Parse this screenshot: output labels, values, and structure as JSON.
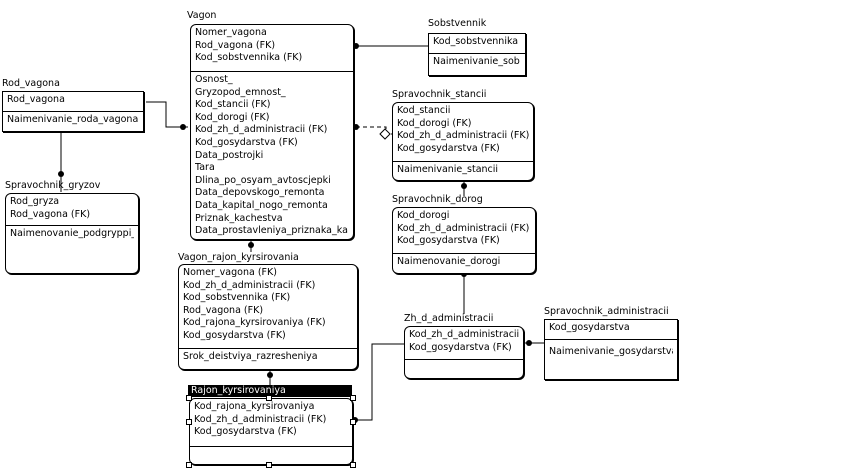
{
  "entities": {
    "vagon": {
      "name": "Vagon",
      "key": [
        "Nomer_vagona",
        "Rod_vagona (FK)",
        "Kod_sobstvennika (FK)"
      ],
      "attrs": [
        "Osnost_",
        "Gryzopod_emnost_",
        "Kod_stancii (FK)",
        "Kod_dorogi (FK)",
        "Kod_zh_d_administracii (FK)",
        "Kod_gosydarstva (FK)",
        "Data_postrojki",
        "Tara",
        "Dlina_po_osyam_avtoscjepki",
        "Data_depovskogo_remonta",
        "Data_kapital_nogo_remonta",
        "Priznak_kachestva",
        "Data_prostavleniya_priznaka_ka"
      ]
    },
    "sobstvennik": {
      "name": "Sobstvennik",
      "key": [
        "Kod_sobstvennika"
      ],
      "attrs": [
        "Naimenivanie_sob"
      ]
    },
    "rod_vagona": {
      "name": "Rod_vagona",
      "key": [
        "Rod_vagona"
      ],
      "attrs": [
        "Naimenivanie_roda_vagona"
      ]
    },
    "spravochnik_stancii": {
      "name": "Spravochnik_stancii",
      "key": [
        "Kod_stancii",
        "Kod_dorogi (FK)",
        "Kod_zh_d_administracii (FK)",
        "Kod_gosydarstva (FK)"
      ],
      "attrs": [
        "Naimenivanie_stancii"
      ]
    },
    "spravochnik_gryzov": {
      "name": "Spravochnik_gryzov",
      "key": [
        "Rod_gryza",
        "Rod_vagona (FK)"
      ],
      "attrs": [
        "Naimenovanie_podgryppi_"
      ]
    },
    "spravochnik_dorog": {
      "name": "Spravochnik_dorog",
      "key": [
        "Kod_dorogi",
        "Kod_zh_d_administracii (FK)",
        "Kod_gosydarstva (FK)"
      ],
      "attrs": [
        "Naimenovanie_dorogi"
      ]
    },
    "vagon_rajon": {
      "name": "Vagon_rajon_kyrsirovania",
      "key": [
        "Nomer_vagona (FK)",
        "Kod_zh_d_administracii (FK)",
        "Kod_sobstvennika (FK)",
        "Rod_vagona (FK)",
        "Kod_rajona_kyrsirovaniya (FK)",
        "Kod_gosydarstva (FK)"
      ],
      "attrs": [
        "Srok_deistviya_razresheniya"
      ]
    },
    "zh_d_administracii": {
      "name": "Zh_d_administracii",
      "key": [
        "Kod_zh_d_administracii",
        "Kod_gosydarstva (FK)"
      ],
      "attrs": []
    },
    "spravochnik_administracii": {
      "name": "Spravochnik_administracii",
      "key": [
        "Kod_gosydarstva"
      ],
      "attrs": [
        "Naimenivanie_gosydarstva"
      ]
    },
    "rajon_kyrsirovaniya": {
      "name": "Rajon_kyrsirovaniya",
      "key": [
        "Kod_rajona_kyrsirovaniya",
        "Kod_zh_d_administracii (FK)",
        "Kod_gosydarstva (FK)"
      ],
      "attrs": []
    }
  },
  "relationships": [
    {
      "parent": "sobstvennik",
      "child": "vagon",
      "identifying": true
    },
    {
      "parent": "rod_vagona",
      "child": "vagon",
      "identifying": true
    },
    {
      "parent": "rod_vagona",
      "child": "spravochnik_gryzov",
      "identifying": true
    },
    {
      "parent": "spravochnik_stancii",
      "child": "vagon",
      "identifying": false
    },
    {
      "parent": "spravochnik_dorog",
      "child": "spravochnik_stancii",
      "identifying": true
    },
    {
      "parent": "zh_d_administracii",
      "child": "spravochnik_dorog",
      "identifying": true
    },
    {
      "parent": "spravochnik_administracii",
      "child": "zh_d_administracii",
      "identifying": true
    },
    {
      "parent": "zh_d_administracii",
      "child": "rajon_kyrsirovaniya",
      "identifying": true
    },
    {
      "parent": "vagon",
      "child": "vagon_rajon",
      "identifying": true
    },
    {
      "parent": "rajon_kyrsirovaniya",
      "child": "vagon_rajon",
      "identifying": true
    }
  ],
  "selected_entity": "rajon_kyrsirovaniya",
  "colors": {
    "line": "#000000",
    "background": "#ffffff",
    "selected_title_bg": "#000000",
    "selected_title_fg": "#ffffff"
  }
}
